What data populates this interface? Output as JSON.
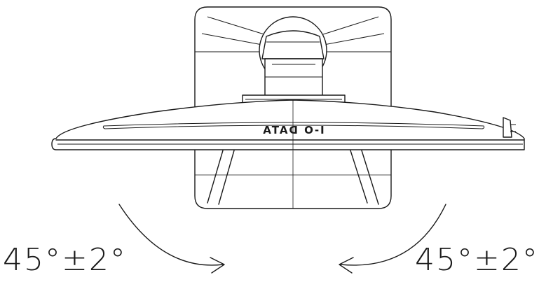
{
  "rotation_label_left": "45°±2°",
  "rotation_label_right": "45°±2°",
  "brand_mark": "I-O DATA",
  "stroke_color": "#1a1a1a",
  "background_color": "#ffffff"
}
